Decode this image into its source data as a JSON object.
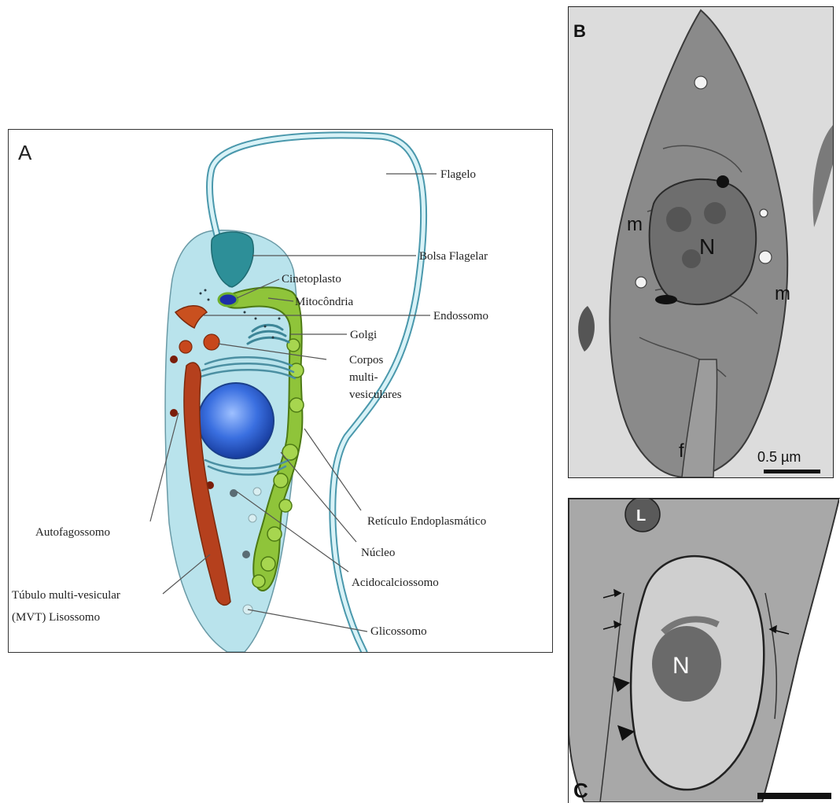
{
  "panel_a": {
    "letter": "A",
    "labels": {
      "flagelo": "Flagelo",
      "bolsa_flagelar": "Bolsa Flagelar",
      "cinetoplasto": "Cinetoplasto",
      "mitocondria": "Mitocôndria",
      "endossomo": "Endossomo",
      "golgi": "Golgi",
      "corpos_1": "Corpos",
      "corpos_2": "multi-",
      "corpos_3": "vesiculares",
      "reticulo": "Retículo  Endoplasmático",
      "nucleo": "Núcleo",
      "acidocalciossomo": "Acidocalciossomo",
      "glicossomo": "Glicossomo",
      "autofagossomo": "Autofagossomo",
      "tubulo_1": "Túbulo multi-vesicular",
      "tubulo_2": "(MVT) Lisossomo"
    }
  },
  "panel_b": {
    "letter": "B",
    "labels": {
      "m_left": "m",
      "m_right": "m",
      "nucleus": "N",
      "flagellum": "f"
    },
    "scale": "0.5 µm"
  },
  "panel_c": {
    "letter": "C",
    "labels": {
      "lipid": "L",
      "nucleus": "N"
    }
  },
  "colors": {
    "cytoplasm": "#b9e3ec",
    "flagellum": "#cdeef4",
    "nucleus": "#2f5fd8",
    "mitochondrion": "#8fc43a",
    "lysosome": "#b5401d",
    "micrograph_bg": "#dcdcdc"
  }
}
